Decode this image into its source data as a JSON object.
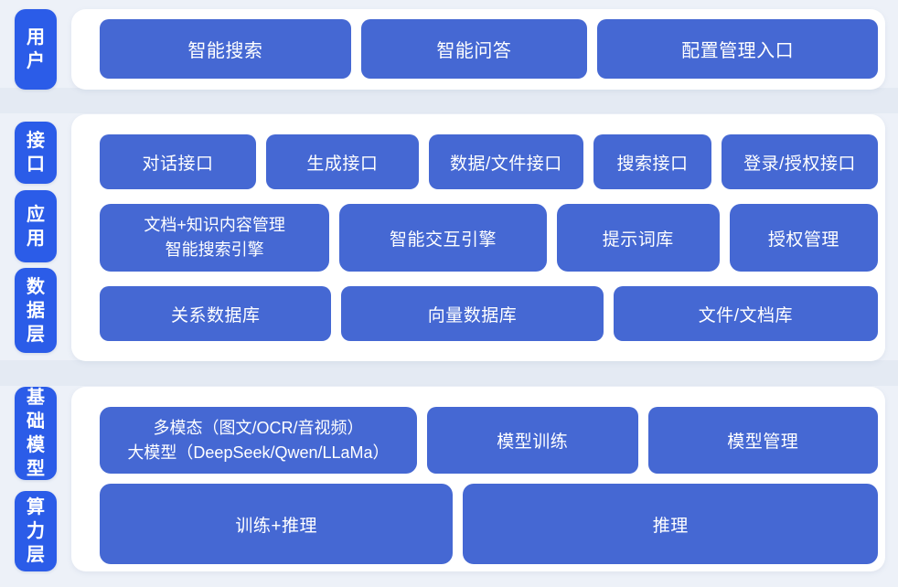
{
  "colors": {
    "page_bg": "#edf1f8",
    "panel_bg": "#ffffff",
    "button_bg": "#4568d3",
    "label_bg": "#2b5ce8",
    "text": "#ffffff"
  },
  "sections": [
    {
      "name": "user-layer",
      "labels": [
        {
          "text": "用户"
        }
      ],
      "rows": [
        {
          "buttons": [
            {
              "label": "智能搜索"
            },
            {
              "label": "智能问答"
            },
            {
              "label": "配置管理入口"
            }
          ]
        }
      ]
    },
    {
      "name": "interface-application-data-layer",
      "labels": [
        {
          "text": "接口"
        },
        {
          "text": "应用"
        },
        {
          "text": "数据层"
        }
      ],
      "rows": [
        {
          "buttons": [
            {
              "label": "对话接口"
            },
            {
              "label": "生成接口"
            },
            {
              "label": "数据/文件接口"
            },
            {
              "label": "搜索接口"
            },
            {
              "label": "登录/授权接口"
            }
          ]
        },
        {
          "buttons": [
            {
              "label": "文档+知识内容管理\n智能搜索引擎"
            },
            {
              "label": "智能交互引擎"
            },
            {
              "label": "提示词库"
            },
            {
              "label": "授权管理"
            }
          ]
        },
        {
          "buttons": [
            {
              "label": "关系数据库"
            },
            {
              "label": "向量数据库"
            },
            {
              "label": "文件/文档库"
            }
          ]
        }
      ]
    },
    {
      "name": "foundation-model-compute-layer",
      "labels": [
        {
          "text": "基础模型"
        },
        {
          "text": "算力层"
        }
      ],
      "rows": [
        {
          "buttons": [
            {
              "label": "多模态（图文/OCR/音视频）\n大模型（DeepSeek/Qwen/LLaMa）"
            },
            {
              "label": "模型训练"
            },
            {
              "label": "模型管理"
            }
          ]
        },
        {
          "buttons": [
            {
              "label": "训练+推理"
            },
            {
              "label": "推理"
            }
          ]
        }
      ]
    }
  ]
}
